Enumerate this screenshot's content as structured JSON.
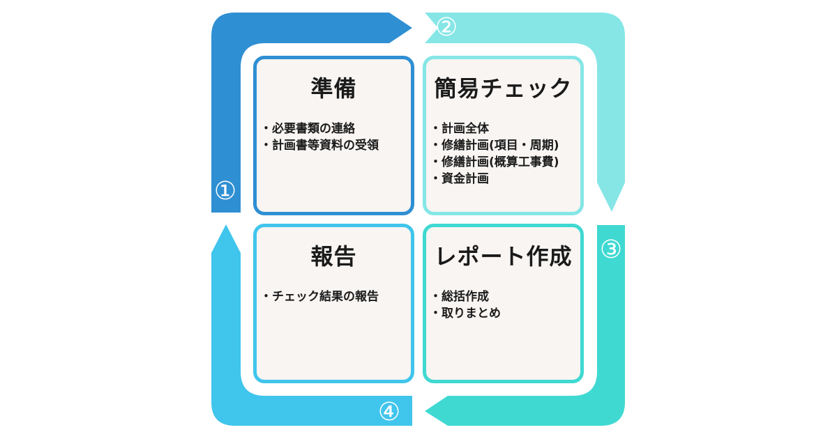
{
  "colors": {
    "step1": "#2f8fd3",
    "step2": "#86e6e6",
    "step3": "#3fd9d2",
    "step4": "#40c5ec",
    "card_bg": "#f8f5f3",
    "text": "#1a1a1a"
  },
  "steps": [
    {
      "label": "①"
    },
    {
      "label": "②"
    },
    {
      "label": "③"
    },
    {
      "label": "④"
    }
  ],
  "cards": [
    {
      "title": "準備",
      "items": [
        "必要書類の連絡",
        "計画書等資料の受領"
      ]
    },
    {
      "title": "簡易チェック",
      "items": [
        "計画全体",
        "修繕計画(項目・周期)",
        "修繕計画(概算工事費)",
        "資金計画"
      ]
    },
    {
      "title": "レポート作成",
      "items": [
        "総括作成",
        "取りまとめ"
      ]
    },
    {
      "title": "報告",
      "items": [
        "チェック結果の報告"
      ]
    }
  ]
}
